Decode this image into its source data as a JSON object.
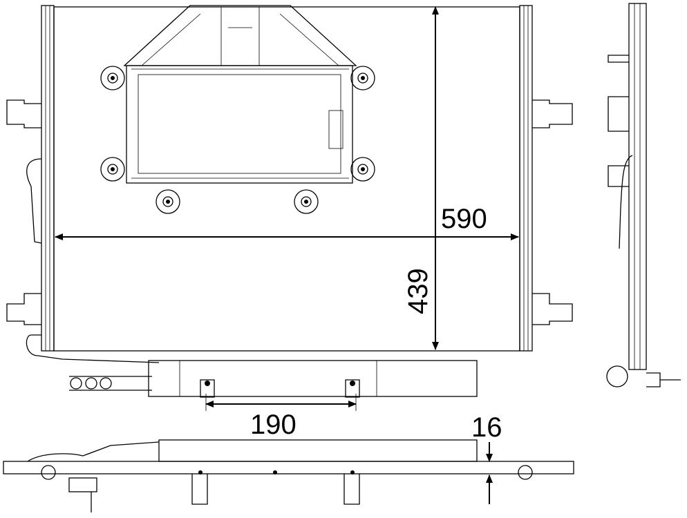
{
  "dimensions": {
    "width": "590",
    "height": "439",
    "bracket_spacing": "190",
    "depth": "16"
  }
}
